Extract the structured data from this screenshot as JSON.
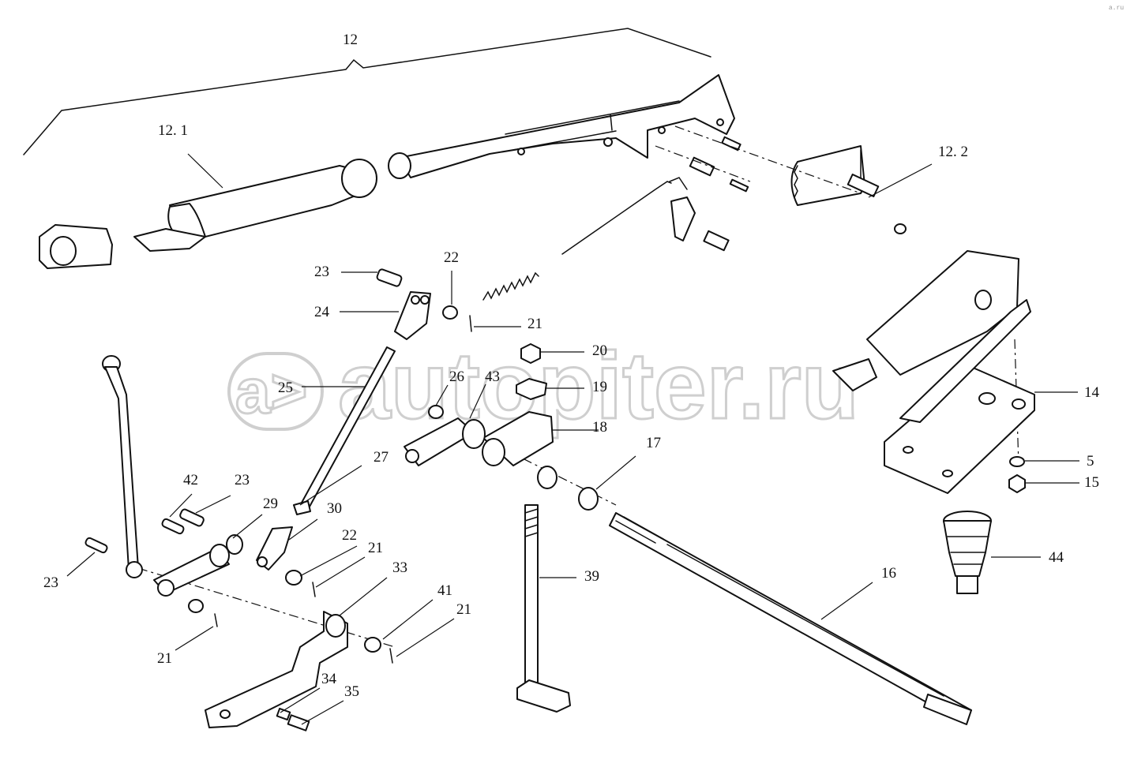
{
  "drawing": {
    "callouts": {
      "c12": "12",
      "c12_1": "12. 1",
      "c12_2": "12. 2",
      "c14": "14",
      "c5": "5",
      "c15": "15",
      "c44": "44",
      "c16": "16",
      "c17": "17",
      "c18": "18",
      "c19": "19",
      "c20": "20",
      "c21a": "21",
      "c21b": "21",
      "c21c": "21",
      "c21d": "21",
      "c22a": "22",
      "c22b": "22",
      "c23a": "23",
      "c23b": "23",
      "c23c": "23",
      "c24": "24",
      "c25": "25",
      "c26": "26",
      "c27": "27",
      "c29": "29",
      "c30": "30",
      "c33": "33",
      "c34": "34",
      "c35": "35",
      "c39": "39",
      "c41": "41",
      "c42": "42",
      "c43": "43"
    }
  },
  "watermark": {
    "symbol": "a>",
    "text": "autopiter.ru",
    "color": "#cfcfcf"
  },
  "corner_mark": "a.ru"
}
